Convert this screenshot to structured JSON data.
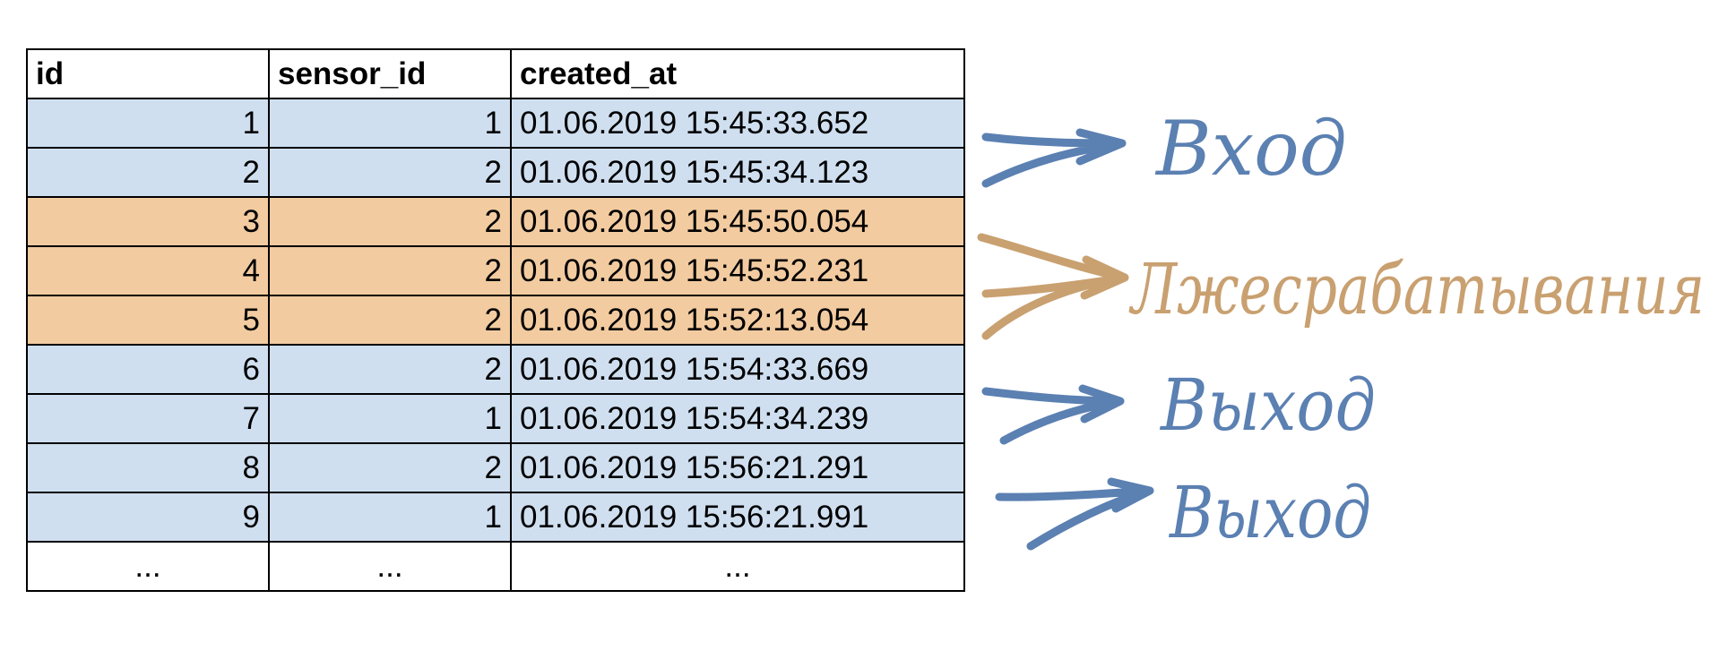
{
  "table": {
    "columns": [
      "id",
      "sensor_id",
      "created_at"
    ],
    "rows": [
      {
        "id": "1",
        "sensor_id": "1",
        "created_at": "01.06.2019 15:45:33.652",
        "group": "normal"
      },
      {
        "id": "2",
        "sensor_id": "2",
        "created_at": "01.06.2019 15:45:34.123",
        "group": "normal"
      },
      {
        "id": "3",
        "sensor_id": "2",
        "created_at": "01.06.2019 15:45:50.054",
        "group": "false"
      },
      {
        "id": "4",
        "sensor_id": "2",
        "created_at": "01.06.2019 15:45:52.231",
        "group": "false"
      },
      {
        "id": "5",
        "sensor_id": "2",
        "created_at": "01.06.2019 15:52:13.054",
        "group": "false"
      },
      {
        "id": "6",
        "sensor_id": "2",
        "created_at": "01.06.2019 15:54:33.669",
        "group": "normal"
      },
      {
        "id": "7",
        "sensor_id": "1",
        "created_at": "01.06.2019 15:54:34.239",
        "group": "normal"
      },
      {
        "id": "8",
        "sensor_id": "2",
        "created_at": "01.06.2019 15:56:21.291",
        "group": "normal"
      },
      {
        "id": "9",
        "sensor_id": "1",
        "created_at": "01.06.2019 15:56:21.991",
        "group": "normal"
      }
    ],
    "ellipsis_row": [
      "...",
      "...",
      "..."
    ]
  },
  "annotations": [
    {
      "text": "Вход"
    },
    {
      "text": "Лжесрабатывания"
    },
    {
      "text": "Выход"
    },
    {
      "text": "Выход"
    }
  ],
  "colors": {
    "normal_row": "#cfdff0",
    "false_row": "#f2cba0",
    "normal_ink": "#5b80b2",
    "false_ink": "#c9a070"
  }
}
